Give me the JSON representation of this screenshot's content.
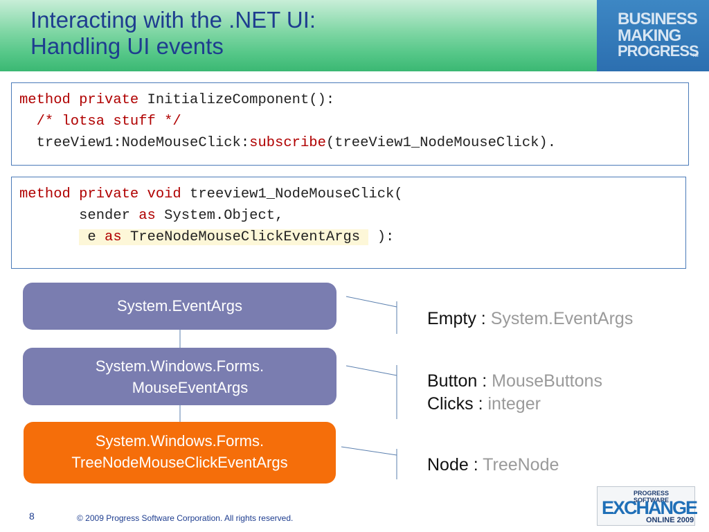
{
  "slide": {
    "title_line1": "Interacting with the .NET UI:",
    "title_line2": "Handling UI events",
    "brand": {
      "line1": "BUSINESS",
      "line2": "MAKING",
      "line3": "PROGRESS",
      "tm": "TM"
    },
    "code1": {
      "l1_kw": "method private",
      "l1_rest": " InitializeComponent():",
      "l2": "  /* lotsa stuff */",
      "l3_pre": "  treeView1:NodeMouseClick:",
      "l3_kw": "subscribe",
      "l3_post": "(treeView1_NodeMouseClick)."
    },
    "code2": {
      "l1_kw": "method private void",
      "l1_rest": " treeview1_NodeMouseClick(",
      "l2_pre": "       sender ",
      "l2_kw": "as",
      "l2_post": " System.Object,",
      "l3_indent": "       ",
      "l3_e": " e ",
      "l3_kw": "as",
      "l3_type": " TreeNodeMouseClickEventArgs ",
      "l3_end": " ):"
    },
    "classes": [
      {
        "line1": "System.EventArgs"
      },
      {
        "line1": "System.Windows.Forms.",
        "line2": "MouseEventArgs"
      },
      {
        "line1": "System.Windows.Forms.",
        "line2": "TreeNodeMouseClickEventArgs"
      }
    ],
    "properties": {
      "empty_name": "Empty : ",
      "empty_type": "System.EventArgs",
      "button_name": "Button : ",
      "button_type": "MouseButtons",
      "clicks_name": "Clicks : ",
      "clicks_type": "integer",
      "node_name": "Node : ",
      "node_type": "TreeNode"
    },
    "colors": {
      "title": "#1e3d8f",
      "keyword": "#b00000",
      "pill_base": "#7a7db0",
      "pill_active": "#f56e0a",
      "prop_type": "#9a9a9a",
      "connector": "#5a7fae"
    },
    "footer": {
      "page_number": "8",
      "copyright": "© 2009 Progress Software Corporation. All rights reserved."
    },
    "exchange_logo": {
      "top": "PROGRESS SOFTWARE",
      "main": "EXCHANGE",
      "bottom": "ONLINE 2009"
    }
  }
}
